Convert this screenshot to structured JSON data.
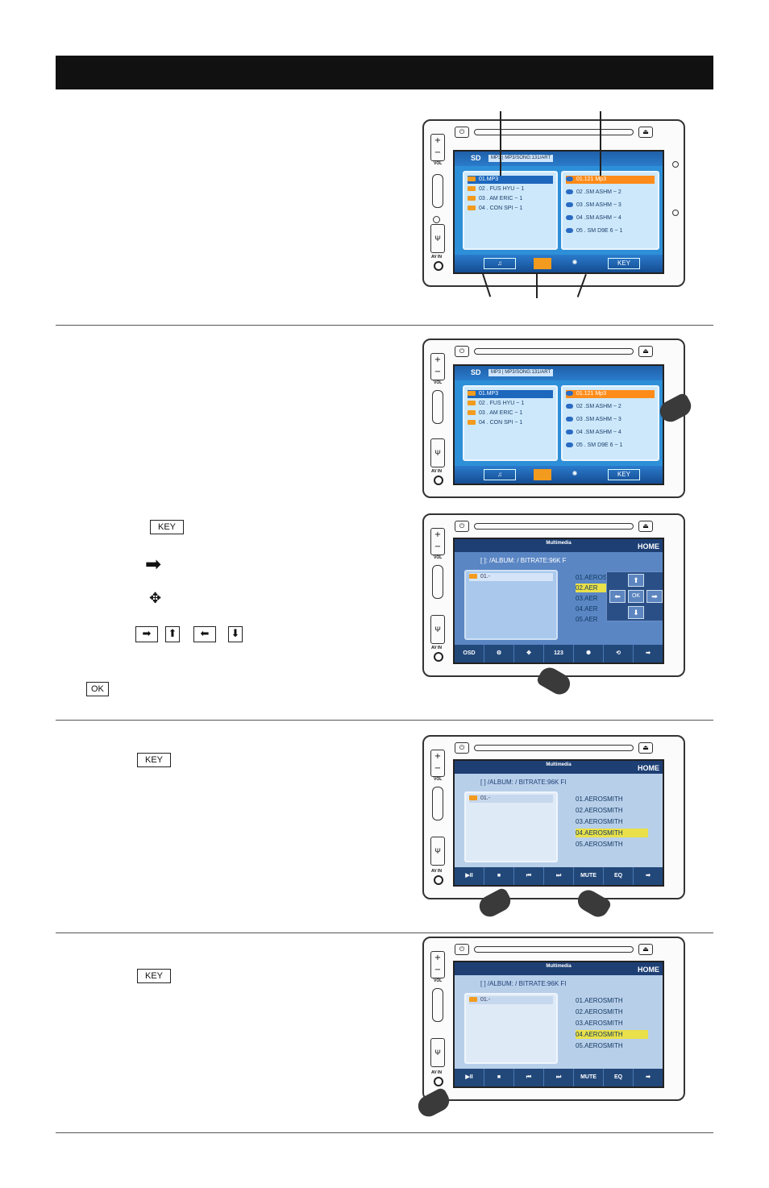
{
  "icons": {
    "key": "KEY",
    "ok": "OK",
    "right_arrow": "➡",
    "move": "✥",
    "dir_right": "➡",
    "dir_up": "⬆",
    "dir_left": "⬅",
    "dir_down": "⬇"
  },
  "device": {
    "vol_plus": "+",
    "vol_minus": "−",
    "vol_label": "VOL",
    "av_in": "AV IN",
    "power": "⏻",
    "eject": "⏏",
    "usb": "Ψ"
  },
  "screen1": {
    "source": "SD",
    "format": "MP3",
    "path": "MP3/SONG:131/ART",
    "folders": [
      "01.MP3",
      "02 . FUS HYU ~ 1",
      "03 . AM ERIC ~ 1",
      "04 . CON SPI ~ 1"
    ],
    "files": [
      "01.121 Mp3",
      "02 .SM ASHM ~ 2",
      "03 .SM ASHM ~ 3",
      "04 .SM ASHM ~ 4",
      "05 . SM D9E 6 ~ 1"
    ],
    "key_label": "KEY"
  },
  "screen3": {
    "title": "Multimedia",
    "home": "HOME",
    "path": "[ ]: /ALBUM: / BITRATE:96K  F",
    "folder": "01.-",
    "tracks": [
      "01.AEROSMITH",
      "02.AER",
      "03.AER",
      "04.AER",
      "05.AER"
    ],
    "pad": {
      "up": "⬆",
      "left": "⬅",
      "ok": "OK",
      "right": "➡",
      "down": "⬇"
    },
    "controls": [
      "OSD",
      "⚙",
      "✥",
      "123",
      "✺",
      "⟲",
      "➡"
    ]
  },
  "screen4": {
    "title": "Multimedia",
    "home": "HOME",
    "path": "[ ] /ALBUM: / BITRATE:96K  FI",
    "folder": "01.-",
    "tracks": [
      "01.AEROSMITH",
      "02.AEROSMITH",
      "03.AEROSMITH",
      "04.AEROSMITH",
      "05.AEROSMITH"
    ],
    "controls": [
      "▶II",
      "■",
      "⏮",
      "⏭",
      "MUTE",
      "EQ",
      "➡"
    ]
  }
}
